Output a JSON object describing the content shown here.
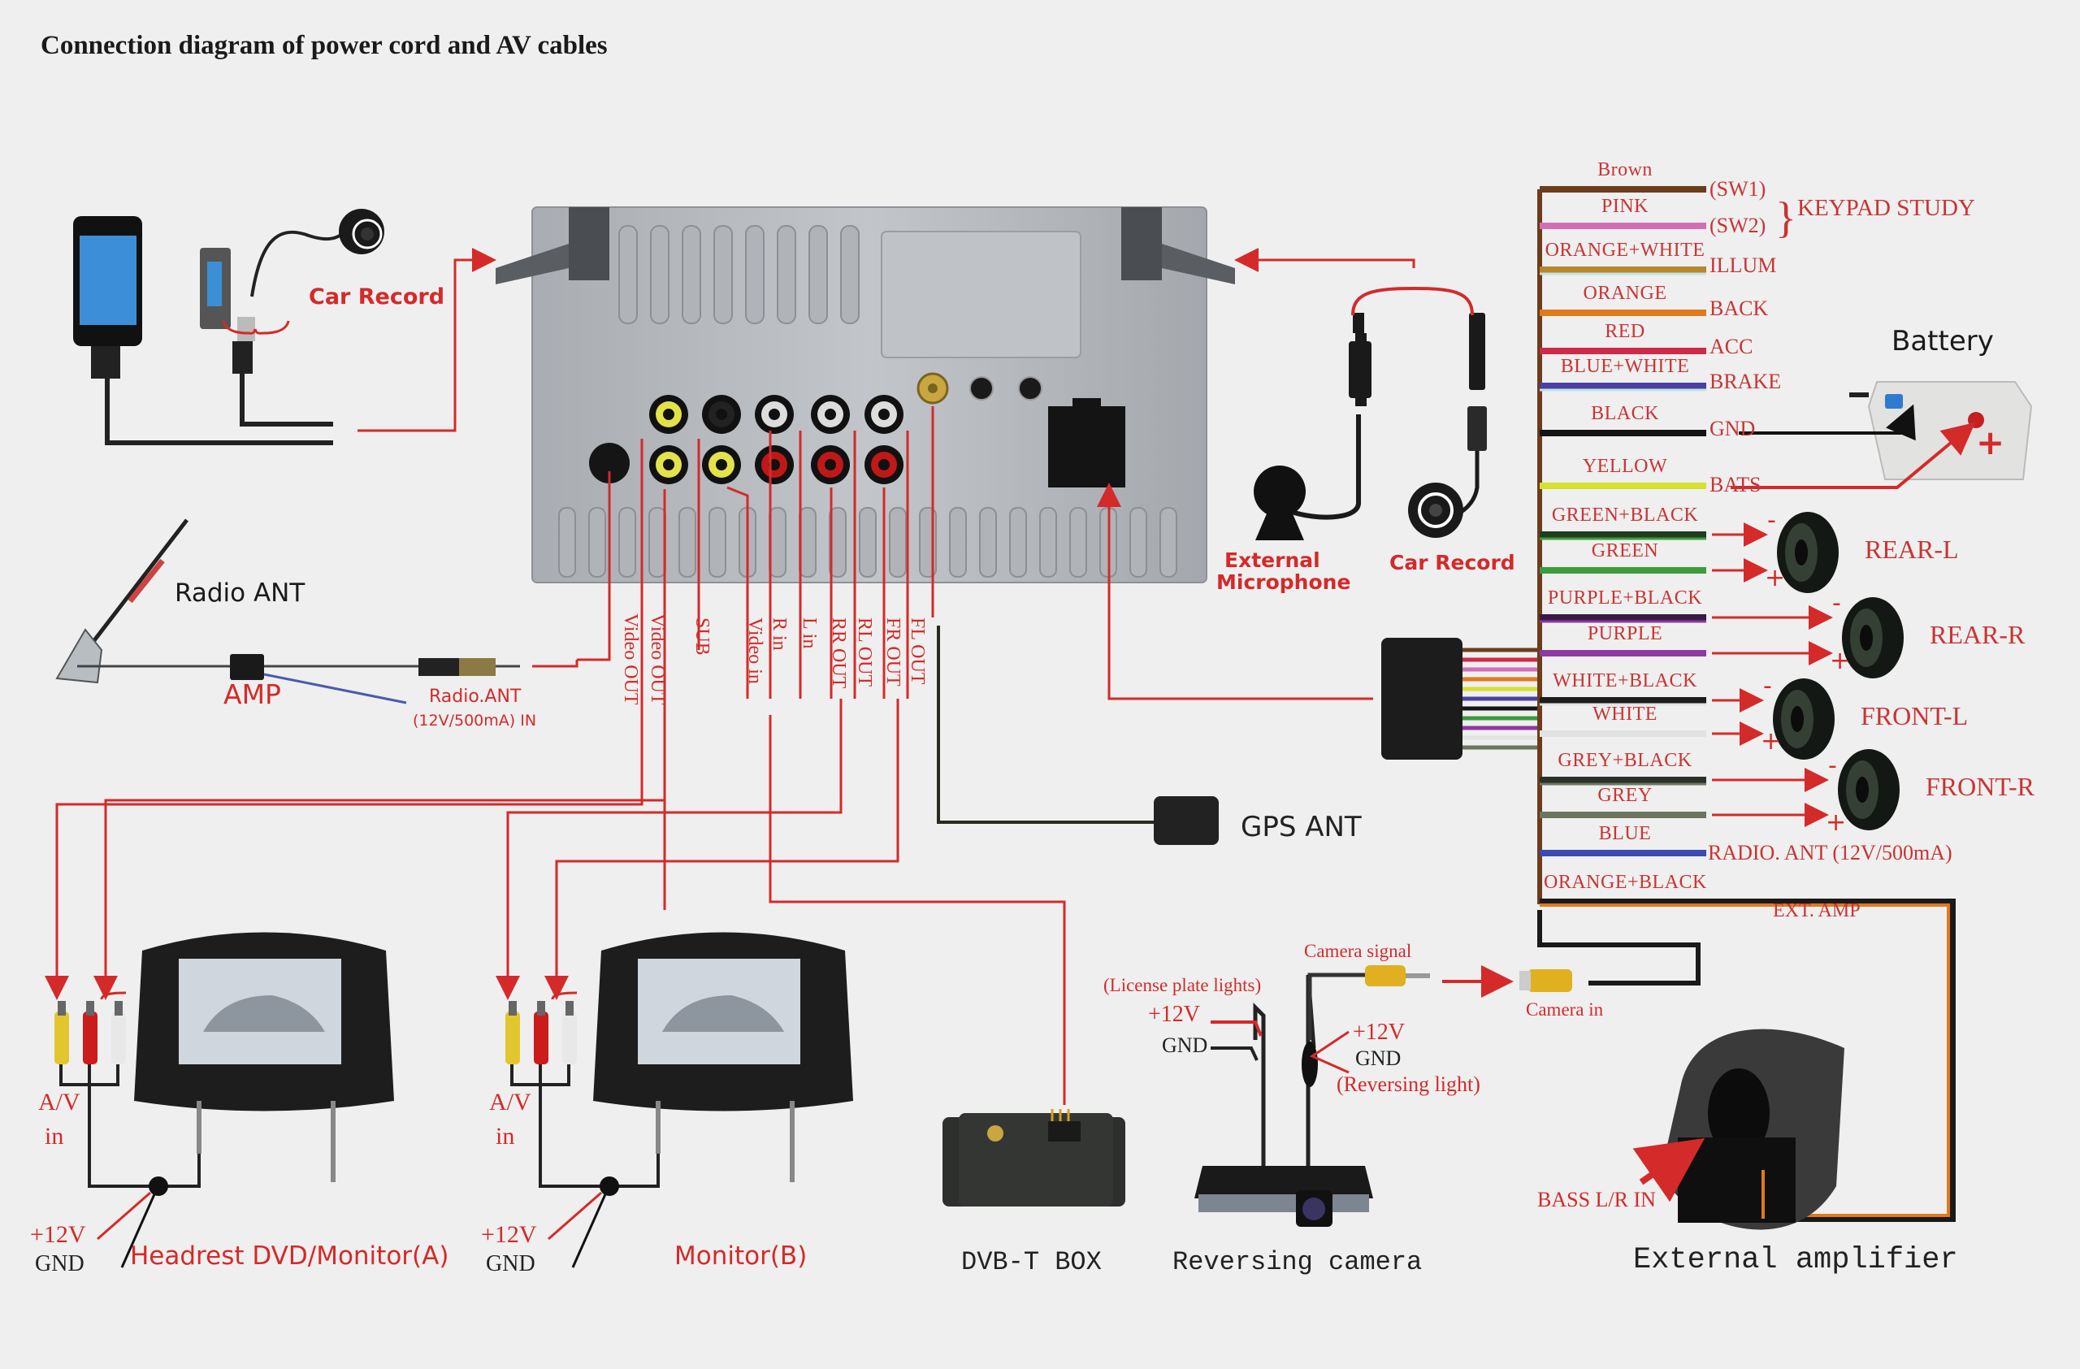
{
  "title": "Connection diagram of power cord and AV cables",
  "colors": {
    "accent_red": "#d42a2a",
    "label_red": "#c93434",
    "text_dark": "#1a1a1a",
    "unit_grey": "#b9bcc0"
  },
  "top_left": {
    "car_record_label": "Car Record",
    "devices": [
      "ipod-icon",
      "usb-drive-icon",
      "webcam-icon"
    ]
  },
  "radio": {
    "antenna_label": "Radio ANT",
    "amp_label": "AMP",
    "radio_ant_in_line1": "Radio.ANT",
    "radio_ant_in_line2": "(12V/500mA) IN"
  },
  "head_unit_ports": [
    {
      "label": "Video OUT"
    },
    {
      "label": "Video OUT"
    },
    {
      "label": "SUB"
    },
    {
      "label": "Video in"
    },
    {
      "label": "R in"
    },
    {
      "label": "L in"
    },
    {
      "label": "RR OUT"
    },
    {
      "label": "RL OUT"
    },
    {
      "label": "FR OUT"
    },
    {
      "label": "FL OUT"
    }
  ],
  "top_right_accessories": {
    "microphone_label_line1": "External",
    "microphone_label_line2": "Microphone",
    "car_record_label": "Car Record"
  },
  "gps": {
    "label": "GPS ANT"
  },
  "harness": {
    "wires": [
      {
        "color_name": "Brown",
        "hex": "#6b3d1c",
        "function": "(SW1)"
      },
      {
        "color_name": "PINK",
        "hex": "#d16fb6",
        "function": "(SW2)"
      },
      {
        "color_name": "ORANGE+WHITE",
        "hex": "#b9862a",
        "function": "ILLUM"
      },
      {
        "color_name": "ORANGE",
        "hex": "#e07a1c",
        "function": "BACK"
      },
      {
        "color_name": "RED",
        "hex": "#cf2a4a",
        "function": "ACC"
      },
      {
        "color_name": "BLUE+WHITE",
        "hex": "#4a3fa3",
        "function": "BRAKE"
      },
      {
        "color_name": "BLACK",
        "hex": "#141414",
        "function": "GND"
      },
      {
        "color_name": "YELLOW",
        "hex": "#d6e02e",
        "function": "BATS"
      },
      {
        "color_name": "GREEN+BLACK",
        "hex": "#1f3d1f",
        "function": ""
      },
      {
        "color_name": "GREEN",
        "hex": "#3e9c3a",
        "function": ""
      },
      {
        "color_name": "PURPLE+BLACK",
        "hex": "#3a1a44",
        "function": ""
      },
      {
        "color_name": "PURPLE",
        "hex": "#8f3aa0",
        "function": ""
      },
      {
        "color_name": "WHITE+BLACK",
        "hex": "#1c1c1c",
        "function": ""
      },
      {
        "color_name": "WHITE",
        "hex": "#e2e2e2",
        "function": ""
      },
      {
        "color_name": "GREY+BLACK",
        "hex": "#2c302a",
        "function": ""
      },
      {
        "color_name": "GREY",
        "hex": "#6c7560",
        "function": ""
      },
      {
        "color_name": "BLUE",
        "hex": "#3b4bb0",
        "function": "RADIO. ANT (12V/500mA)"
      },
      {
        "color_name": "ORANGE+BLACK",
        "hex": "#e07a1c",
        "function": "EXT. AMP"
      }
    ],
    "keypad_label": "KEYPAD STUDY",
    "battery_label": "Battery",
    "battery_minus": "-",
    "battery_plus": "+",
    "speakers": [
      {
        "label": "REAR-L",
        "minus": "-",
        "plus": "+"
      },
      {
        "label": "REAR-R",
        "minus": "-",
        "plus": "+"
      },
      {
        "label": "FRONT-L",
        "minus": "-",
        "plus": "+"
      },
      {
        "label": "FRONT-R",
        "minus": "-",
        "plus": "+"
      }
    ]
  },
  "monitors": [
    {
      "caption": "Headrest DVD/Monitor(A)",
      "av_in": "A/V",
      "av_in2": "in",
      "plus12v": "+12V",
      "gnd": "GND"
    },
    {
      "caption": "Monitor(B)",
      "av_in": "A/V",
      "av_in2": "in",
      "plus12v": "+12V",
      "gnd": "GND"
    }
  ],
  "dvbt": {
    "caption": "DVB-T BOX"
  },
  "reversing_camera": {
    "caption": "Reversing camera",
    "camera_signal": "Camera signal",
    "license_lights": "(License plate lights)",
    "lp_plus12v": "+12V",
    "lp_gnd": "GND",
    "rev_plus12v": "+12V",
    "rev_gnd": "GND",
    "rev_light": "(Reversing light)",
    "camera_in": "Camera in"
  },
  "external_amp": {
    "caption": "External amplifier",
    "bass_in": "BASS L/R IN"
  }
}
